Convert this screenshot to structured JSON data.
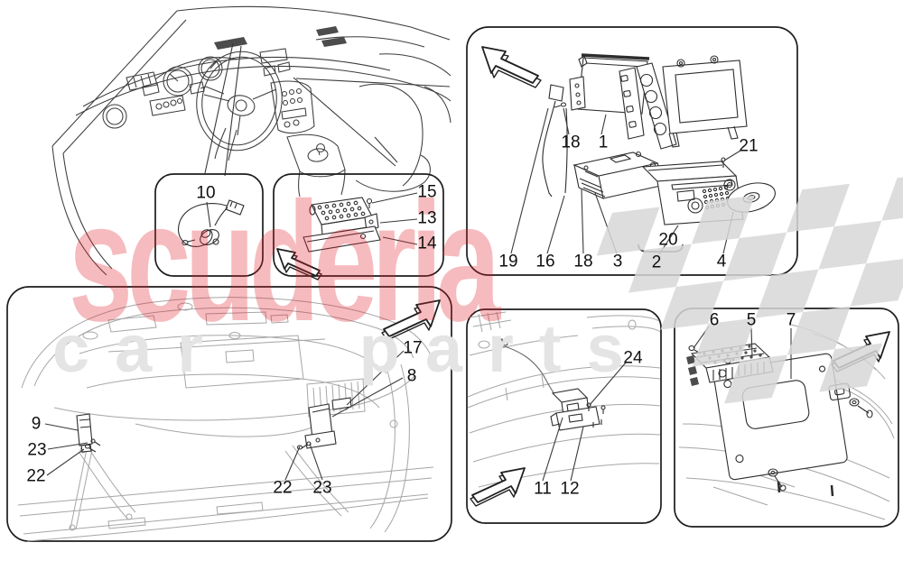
{
  "watermark": {
    "brand": "scuderia",
    "tagline": "car parts",
    "brand_color": "#e01e28",
    "tagline_color": "#e4e4e4",
    "flag_color": "#d7d7d7"
  },
  "callouts": [
    {
      "part": "10"
    },
    {
      "part": "15"
    },
    {
      "part": "13"
    },
    {
      "part": "14"
    },
    {
      "part": "18"
    },
    {
      "part": "1"
    },
    {
      "part": "21"
    },
    {
      "part": "19"
    },
    {
      "part": "16"
    },
    {
      "part": "18"
    },
    {
      "part": "3"
    },
    {
      "part": "20"
    },
    {
      "part": "2"
    },
    {
      "part": "4"
    },
    {
      "part": "9"
    },
    {
      "part": "23"
    },
    {
      "part": "22"
    },
    {
      "part": "17"
    },
    {
      "part": "8"
    },
    {
      "part": "22"
    },
    {
      "part": "23"
    },
    {
      "part": "24"
    },
    {
      "part": "11"
    },
    {
      "part": "12"
    },
    {
      "part": "6"
    },
    {
      "part": "5"
    },
    {
      "part": "7"
    }
  ]
}
